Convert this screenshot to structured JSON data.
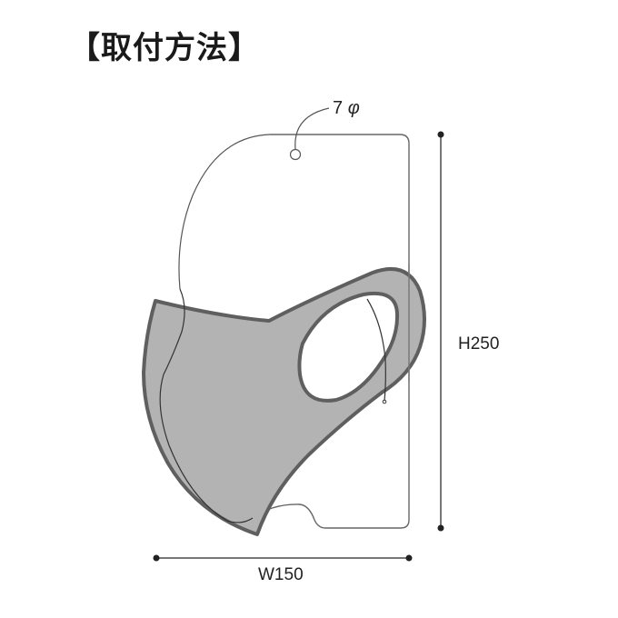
{
  "title": "【取付方法】",
  "labels": {
    "hole_size_number": "7",
    "hole_size_symbol": "φ",
    "height": "H250",
    "width": "W150"
  },
  "colors": {
    "mask_fill": "#b3b3b3",
    "mask_stroke": "#5f5f5f",
    "line": "#555555",
    "dimension_line": "#777777",
    "text": "#222222"
  },
  "diagram": {
    "description": "Mask hanging card with 7φ hang hole; mask ear loop hooked over the card",
    "dimensions": {
      "width_mm": 150,
      "height_mm": 250,
      "hole_diameter_mm": 7
    }
  }
}
